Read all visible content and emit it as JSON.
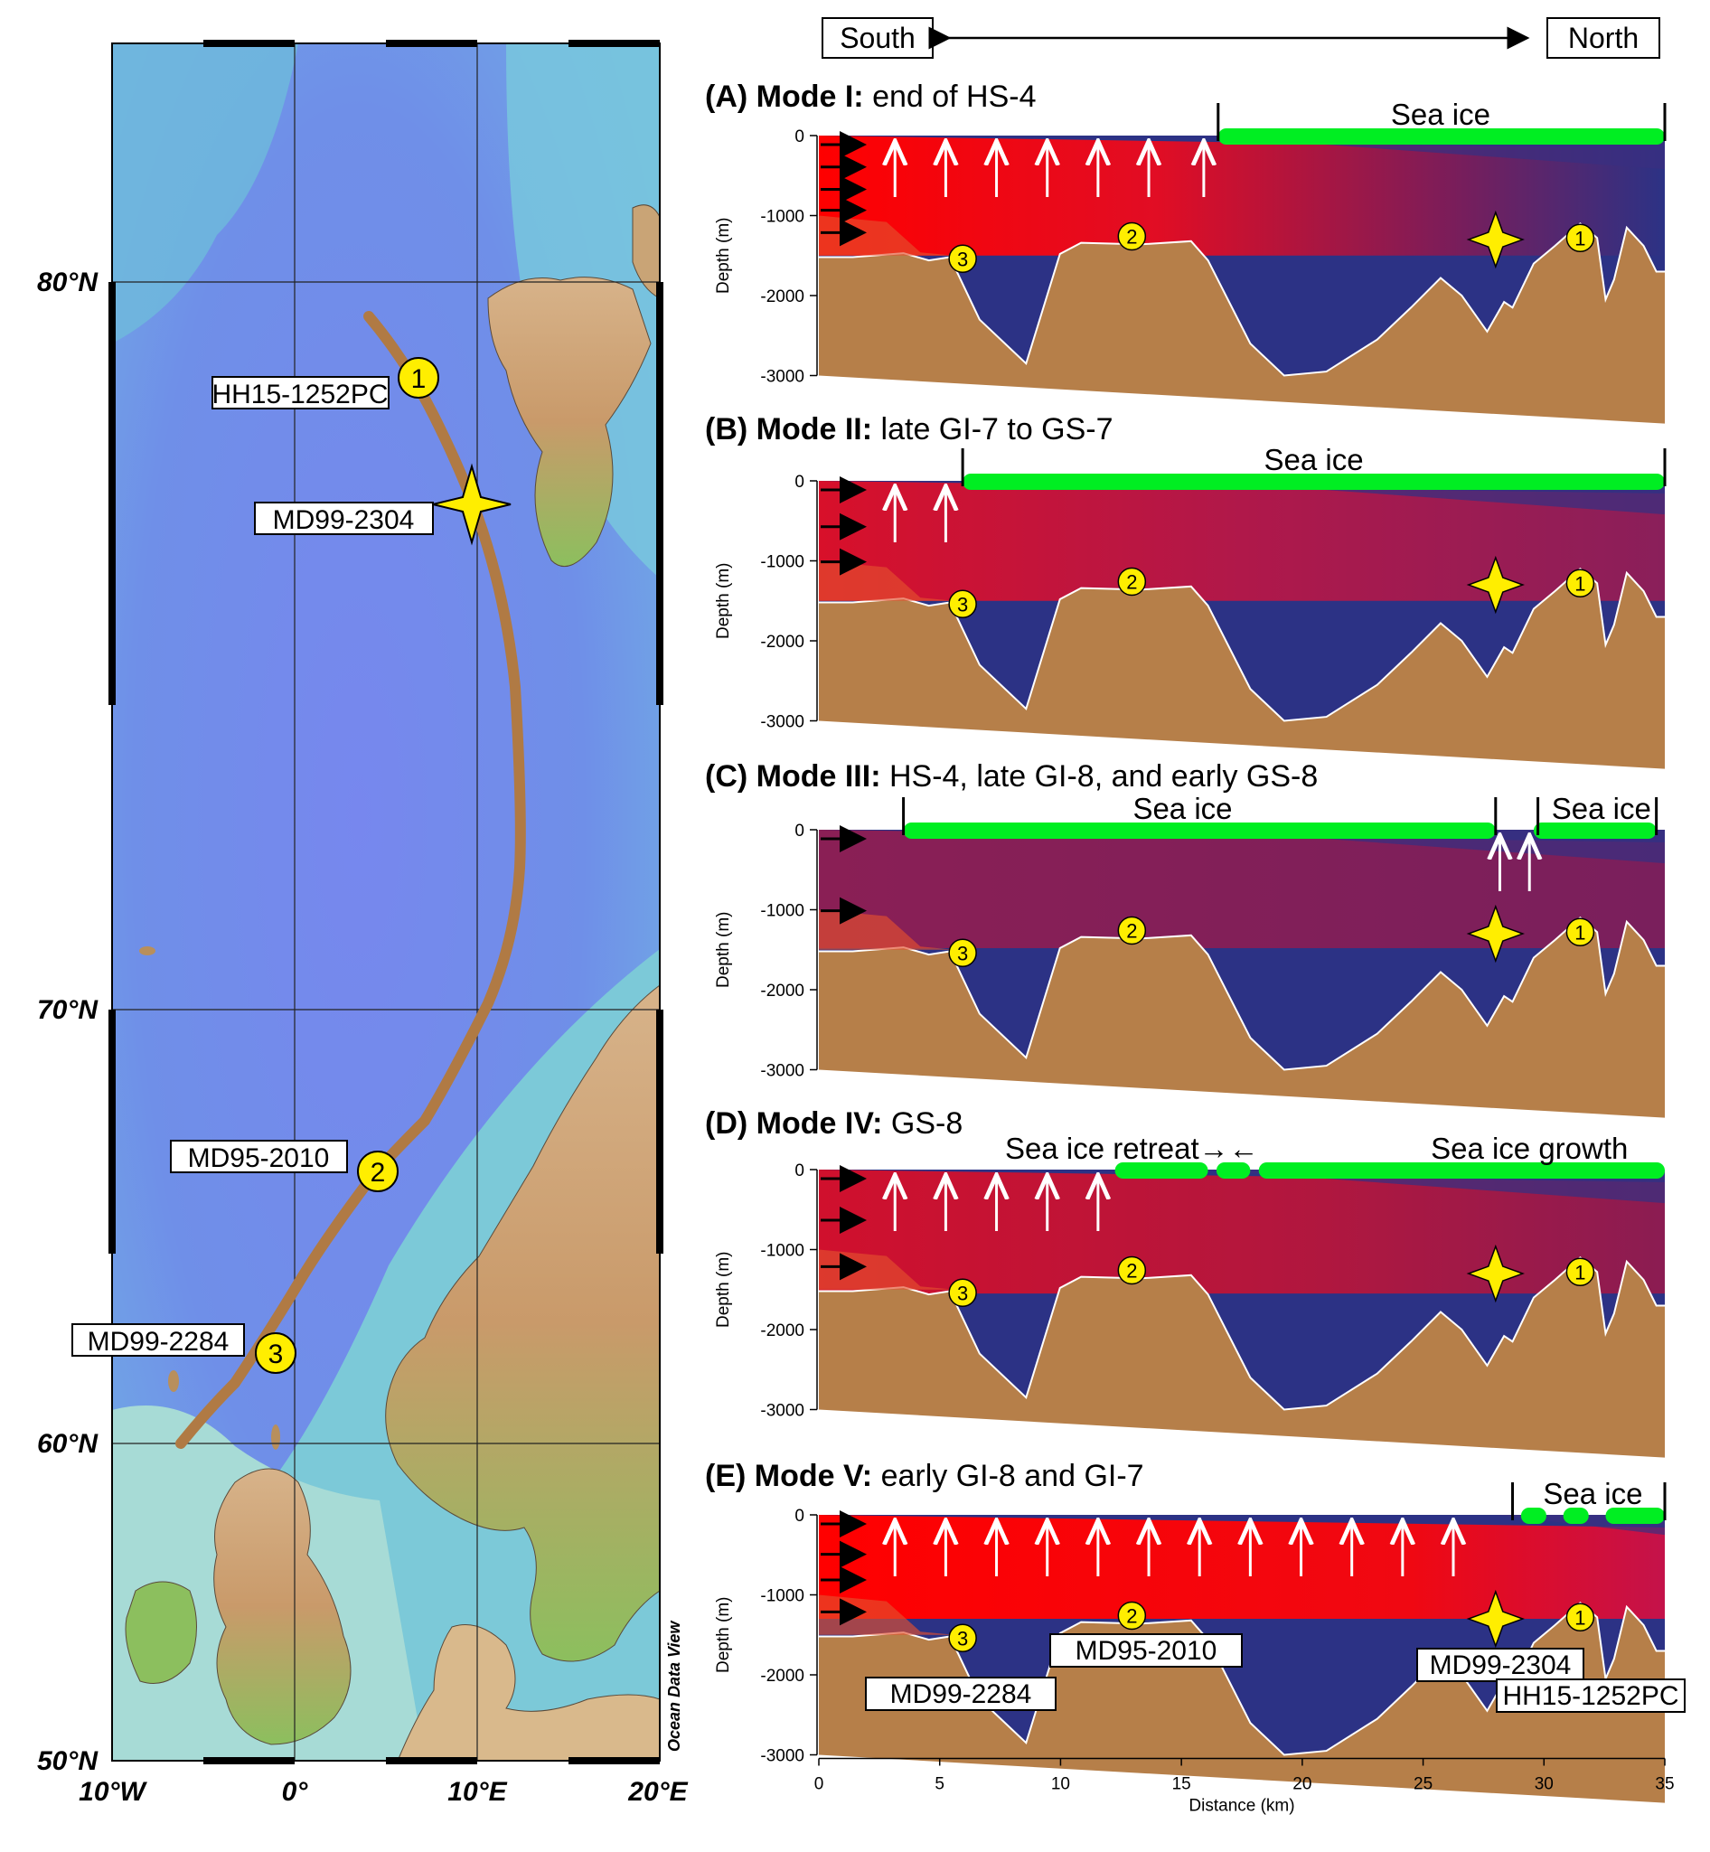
{
  "map": {
    "lat_labels": [
      "80°N",
      "70°N",
      "60°N",
      "50°N"
    ],
    "lon_labels": [
      "10°W",
      "0°",
      "10°E",
      "20°E"
    ],
    "watermark": "Ocean Data View",
    "cores": [
      {
        "name": "HH15-1252PC",
        "marker": "1"
      },
      {
        "name": "MD99-2304",
        "marker": "star"
      },
      {
        "name": "MD95-2010",
        "marker": "2"
      },
      {
        "name": "MD99-2284",
        "marker": "3"
      }
    ]
  },
  "direction": {
    "south": "South",
    "north": "North"
  },
  "panels": [
    {
      "letter": "(A)",
      "mode": "Mode I:",
      "desc": "end of HS-4",
      "ice": [
        "Sea ice"
      ]
    },
    {
      "letter": "(B)",
      "mode": "Mode II:",
      "desc": "late GI-7 to GS-7",
      "ice": [
        "Sea ice"
      ]
    },
    {
      "letter": "(C)",
      "mode": "Mode III:",
      "desc": "HS-4, late GI-8, and early GS-8",
      "ice": [
        "Sea ice",
        "Sea ice"
      ]
    },
    {
      "letter": "(D)",
      "mode": "Mode IV:",
      "desc": "GS-8",
      "ice": [
        "Sea ice retreat→←",
        "Sea ice growth"
      ]
    },
    {
      "letter": "(E)",
      "mode": "Mode V:",
      "desc": "early GI-8 and GI-7",
      "ice": [
        "Sea ice"
      ]
    }
  ],
  "axes": {
    "ylabel": "Depth (m)",
    "yticks": [
      "0",
      "-1000",
      "-2000",
      "-3000"
    ],
    "xlabel": "Distance (km)",
    "xticks": [
      "0",
      "5",
      "10",
      "15",
      "20",
      "25",
      "30",
      "35"
    ]
  },
  "core_labels_e": [
    "MD99-2284",
    "MD95-2010",
    "MD99-2304",
    "HH15-1252PC"
  ],
  "markers": [
    "1",
    "2",
    "3"
  ],
  "colors": {
    "ocean_deep": "#2c3285",
    "atlantic_water": "#ff0000",
    "sediment": "#b67f49",
    "sea_ice": "#00ee22",
    "marker": "#ffee00",
    "track": "#b07a44"
  }
}
